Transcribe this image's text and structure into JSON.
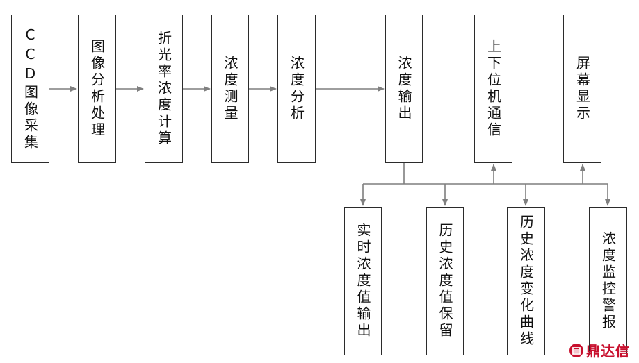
{
  "colors": {
    "box_border": "#2b2b2b",
    "connector": "#7f7f7f",
    "text": "#111111",
    "logo": "#c8102e"
  },
  "nodes": {
    "ccd": "CCD图像采集",
    "image_proc": "图像分析处理",
    "refraction": "折光率浓度计算",
    "measure": "浓度测量",
    "analysis": "浓度分析",
    "output": "浓度输出",
    "comm": "上下位机通信",
    "display": "屏幕显示",
    "realtime": "实时浓度值输出",
    "history_keep": "历史浓度值保留",
    "history_curve": "历史浓度变化曲线",
    "alarm": "浓度监控警报"
  },
  "logo": {
    "text": "鼎达信",
    "icon": "ddx-logo-icon"
  }
}
